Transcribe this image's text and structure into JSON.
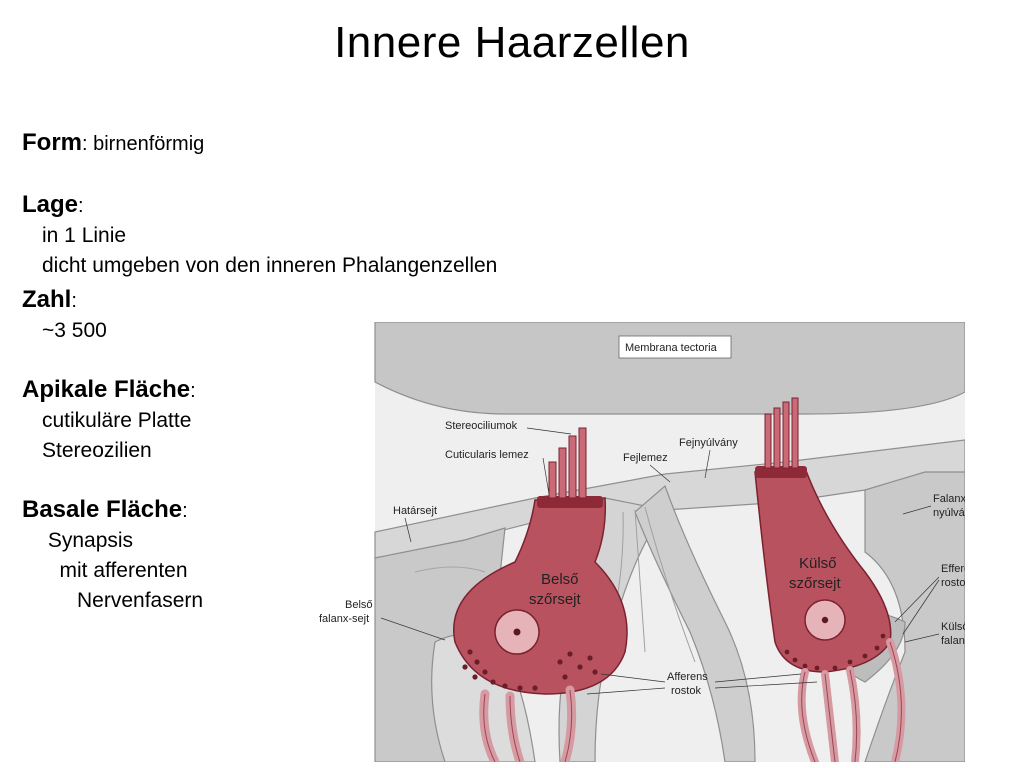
{
  "title": "Innere Haarzellen",
  "form": {
    "label": "Form",
    "colon": ":",
    "value": " birnenförmig"
  },
  "lage": {
    "label": "Lage",
    "colon": ":",
    "lines": [
      "in 1 Linie",
      "dicht umgeben von den inneren Phalangenzellen"
    ]
  },
  "zahl": {
    "label": "Zahl",
    "colon": ":",
    "lines": [
      "~3 500"
    ]
  },
  "apikal": {
    "label": "Apikale Fläche",
    "colon": ":",
    "lines": [
      "cutikuläre Platte",
      "Stereozilien"
    ]
  },
  "basal": {
    "label": "Basale Fläche",
    "colon": ":",
    "lines": [
      " Synapsis",
      "   mit afferenten",
      "      Nervenfasern"
    ]
  },
  "figure": {
    "labels": {
      "membrana_tectoria": "Membrana tectoria",
      "stereociliumok": "Stereociliumok",
      "cuticularis_lemez": "Cuticularis lemez",
      "fejlemez": "Fejlemez",
      "fejnyulvany": "Fejnyúlvány",
      "hatarsejt": "Határsejt",
      "falanx_nyulvany_1": "Falanx-",
      "falanx_nyulvany_2": "nyúlvány",
      "belso_szorsejt_1": "Belső",
      "belso_szorsejt_2": "szőrsejt",
      "kulso_szorsejt_1": "Külső",
      "kulso_szorsejt_2": "szőrsejt",
      "efferens_rostok_1": "Efferens",
      "efferens_rostok_2": "rostok",
      "belso_falanx_1": "Belső",
      "belso_falanx_2": "falanx-sejt",
      "kulso_falanx_1": "Külső",
      "kulso_falanx_2": "falanx-sejt",
      "afferens_rostok_1": "Afferens",
      "afferens_rostok_2": "rostok"
    },
    "colors": {
      "cell": "#b9525f",
      "cell_dark": "#8e2a38",
      "tissue": "#c9c9c9",
      "tissue_dark": "#a8a8a8"
    }
  }
}
